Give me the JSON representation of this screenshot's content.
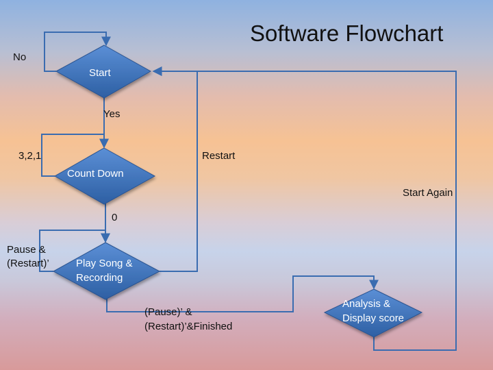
{
  "title": "Software Flowchart",
  "nodes": {
    "start": "Start",
    "countdown": "Count Down",
    "play_line1": "Play Song &",
    "play_line2": "Recording",
    "analysis_line1": "Analysis &",
    "analysis_line2": "Display score"
  },
  "edge_labels": {
    "no": "No",
    "yes": "Yes",
    "countdown_loop": "3,2,1",
    "zero": "0",
    "pause_line1": "Pause &",
    "pause_line2": "(Restart)’",
    "restart": "Restart",
    "finished_line1": "(Pause)’ &",
    "finished_line2": "(Restart)’&Finished",
    "start_again": "Start Again"
  },
  "colors": {
    "node_fill": "#3d6fb4",
    "node_edge": "#2a5390",
    "connector": "#3a6cb0"
  }
}
